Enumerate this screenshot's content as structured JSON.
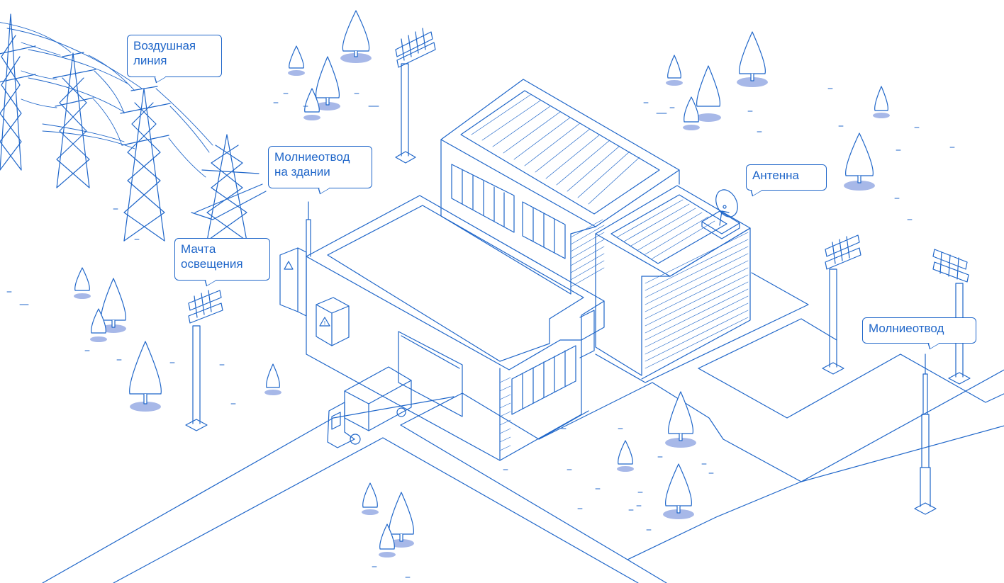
{
  "colors": {
    "line": "#1f66c9",
    "shadow": "#a7b8e8",
    "background": "#ffffff"
  },
  "labels": {
    "overhead_line": "Воздушная\nлиния",
    "building_lightning_rod": "Молниеотвод\nна здании",
    "lighting_mast": "Мачта\nосвещения",
    "antenna": "Антенна",
    "lightning_rod": "Молниеотвод"
  },
  "warning_sign": "!"
}
